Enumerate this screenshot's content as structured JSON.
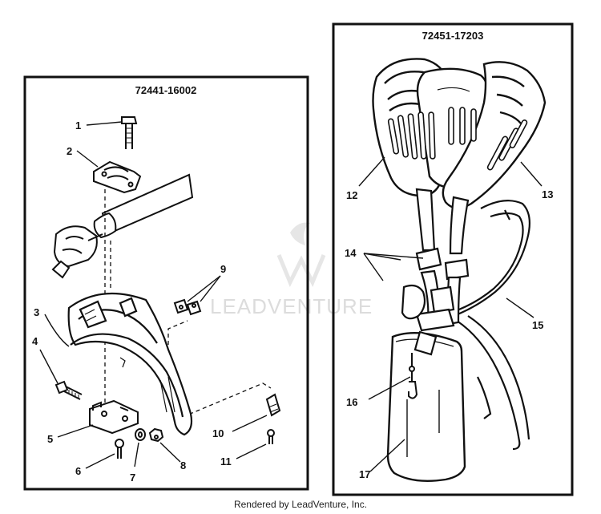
{
  "left_panel": {
    "part_number": "72441-16002",
    "callouts": [
      "1",
      "2",
      "3",
      "4",
      "5",
      "6",
      "7",
      "8",
      "9",
      "10",
      "11"
    ]
  },
  "right_panel": {
    "part_number": "72451-17203",
    "callouts": [
      "12",
      "13",
      "14",
      "15",
      "16",
      "17"
    ]
  },
  "footer": "Rendered by LeadVenture, Inc.",
  "watermark": "LEADVENTURE"
}
